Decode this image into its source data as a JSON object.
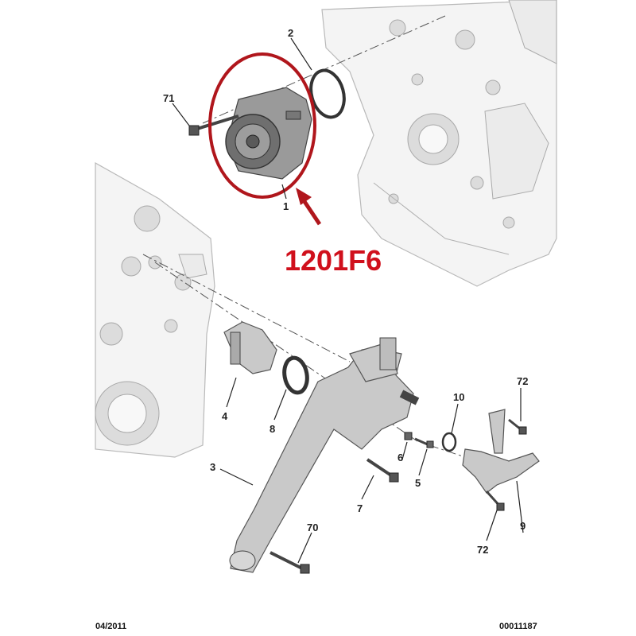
{
  "callout": {
    "part_number": "1201F6",
    "color": "#d0101c"
  },
  "labels": {
    "p1": "1",
    "p2": "2",
    "p3": "3",
    "p4": "4",
    "p5": "5",
    "p6": "6",
    "p7": "7",
    "p8": "8",
    "p9": "9",
    "p10": "10",
    "p70": "70",
    "p71": "71",
    "p72a": "72",
    "p72b": "72"
  },
  "footer": {
    "date": "04/2011",
    "reference": "00011187"
  }
}
